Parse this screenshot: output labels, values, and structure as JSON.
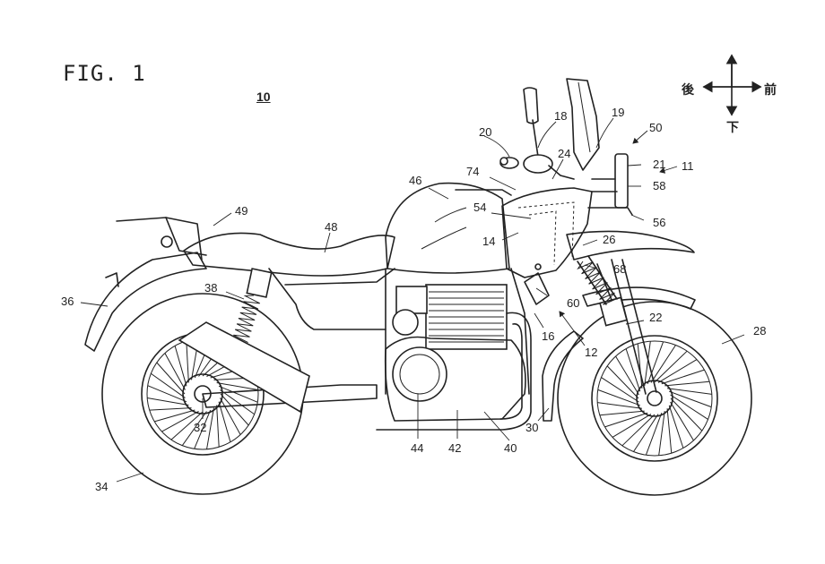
{
  "figure": {
    "title": "FIG. 1",
    "main_ref": "10"
  },
  "directions": {
    "rear": "後",
    "front": "前",
    "down": "下"
  },
  "labels": [
    {
      "id": "11",
      "text": "11"
    },
    {
      "id": "12",
      "text": "12"
    },
    {
      "id": "14",
      "text": "14"
    },
    {
      "id": "16",
      "text": "16"
    },
    {
      "id": "18",
      "text": "18"
    },
    {
      "id": "19",
      "text": "19"
    },
    {
      "id": "20",
      "text": "20"
    },
    {
      "id": "21",
      "text": "21"
    },
    {
      "id": "22",
      "text": "22"
    },
    {
      "id": "24",
      "text": "24"
    },
    {
      "id": "26",
      "text": "26"
    },
    {
      "id": "28",
      "text": "28"
    },
    {
      "id": "30",
      "text": "30"
    },
    {
      "id": "32",
      "text": "32"
    },
    {
      "id": "34",
      "text": "34"
    },
    {
      "id": "36",
      "text": "36"
    },
    {
      "id": "38",
      "text": "38"
    },
    {
      "id": "40",
      "text": "40"
    },
    {
      "id": "42",
      "text": "42"
    },
    {
      "id": "44",
      "text": "44"
    },
    {
      "id": "46",
      "text": "46"
    },
    {
      "id": "48",
      "text": "48"
    },
    {
      "id": "49",
      "text": "49"
    },
    {
      "id": "50",
      "text": "50"
    },
    {
      "id": "54",
      "text": "54"
    },
    {
      "id": "56",
      "text": "56"
    },
    {
      "id": "58",
      "text": "58"
    },
    {
      "id": "60",
      "text": "60"
    },
    {
      "id": "68",
      "text": "68"
    },
    {
      "id": "74",
      "text": "74"
    }
  ]
}
